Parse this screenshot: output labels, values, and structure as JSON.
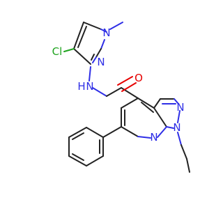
{
  "molecule": {
    "atoms": {
      "cl": "Cl",
      "n_pyrazole_top_methyl": "N",
      "n_pyrazole_top": "N",
      "n_amide": "N",
      "h_amide": "H",
      "o_carbonyl": "O",
      "n_pyrazole_right": "N",
      "n_pyridine": "N",
      "n_pyrazole_bottom": "N"
    },
    "colors": {
      "carbon": "#222222",
      "nitrogen": "#2e2ee6",
      "oxygen": "#e60000",
      "chlorine": "#1fa31f"
    }
  }
}
